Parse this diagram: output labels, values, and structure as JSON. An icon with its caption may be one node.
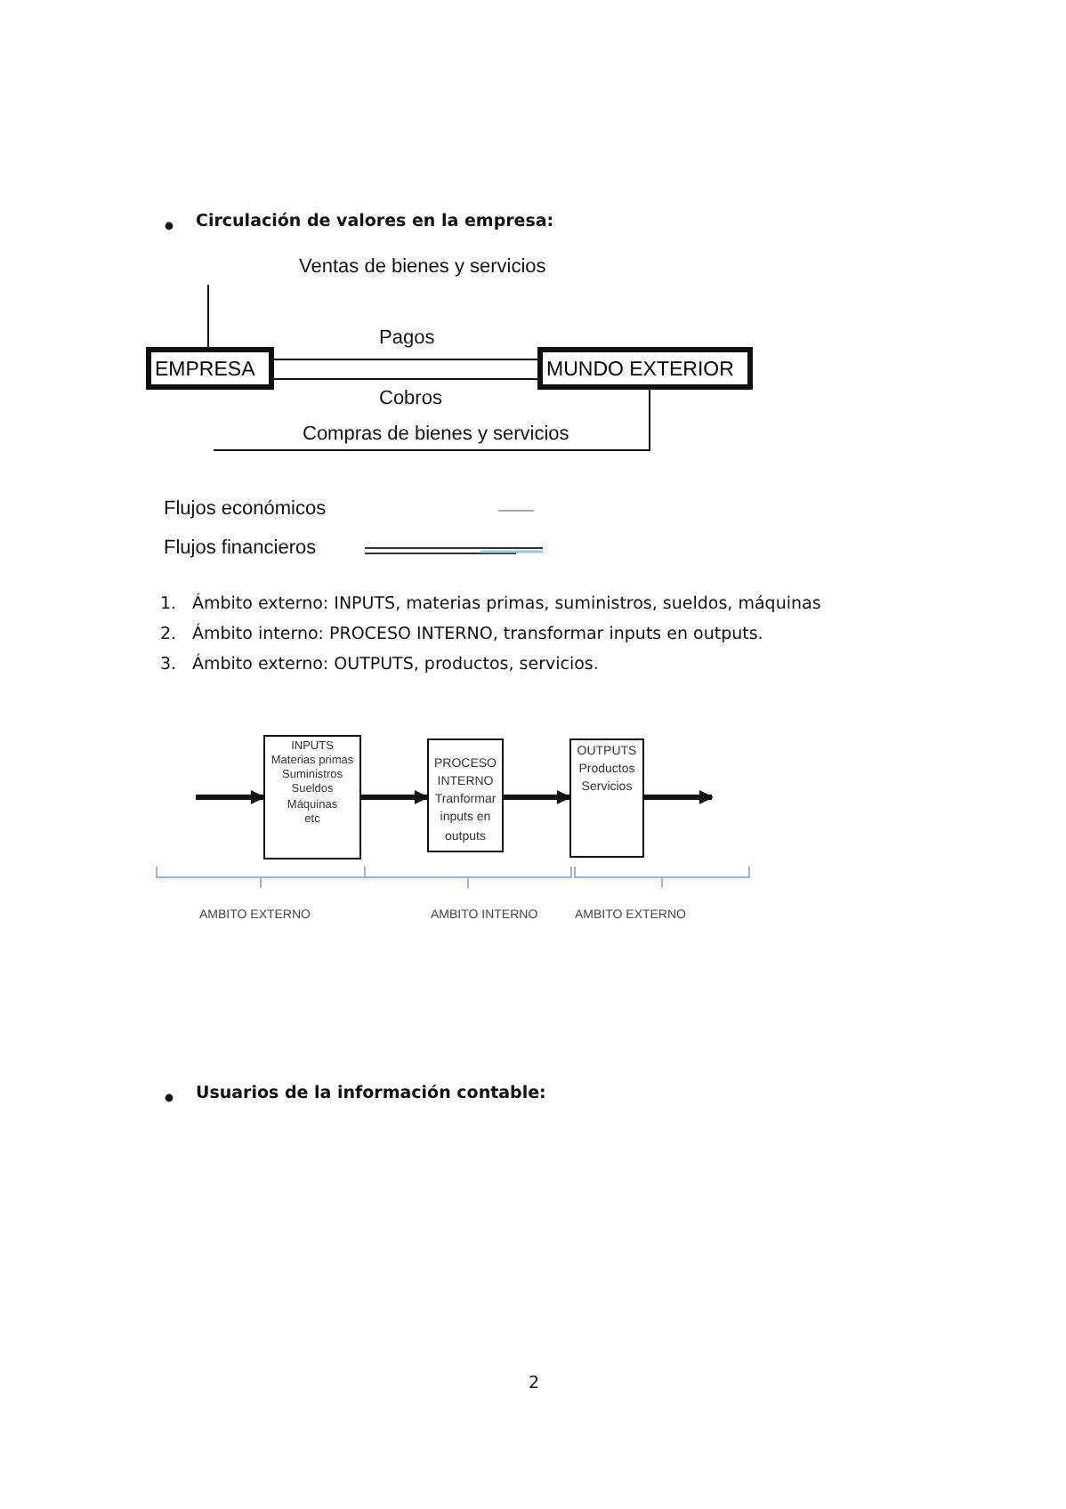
{
  "diagram": {
    "nodes": [
      {
        "text": [
          "EMPRESA"
        ]
      },
      {
        "text": [
          "MUNDO EXTERIOR"
        ]
      },
      {
        "text": [
          "INPUTS",
          "Materias primas",
          "Suministros",
          "Sueldos",
          "Máquinas",
          "etc"
        ]
      },
      {
        "text": [
          "PROCESO INTERNO",
          "Tranformar inputs en outputs"
        ]
      },
      {
        "text": [
          "OUTPUTS",
          "Productos",
          "Servicios"
        ]
      }
    ],
    "edges": [
      {
        "from": 0,
        "to": 1,
        "arrow": "none",
        "label": "Pagos"
      },
      {
        "from": 1,
        "to": 0,
        "arrow": "none",
        "label": "Cobros"
      },
      {
        "from": 0,
        "to": null,
        "arrow": "none"
      },
      {
        "from": 1,
        "to": null,
        "arrow": "none",
        "label": "Compras de bienes y servicios"
      },
      {
        "from": null,
        "to": 2,
        "arrow": "to",
        "style": "thick"
      },
      {
        "from": 2,
        "to": 3,
        "arrow": "to",
        "style": "thick"
      },
      {
        "from": 3,
        "to": 4,
        "arrow": "to",
        "style": "thick"
      },
      {
        "from": 4,
        "to": null,
        "arrow": "to",
        "style": "thick"
      }
    ],
    "labels": [
      "Circulación de valores en la empresa:",
      "Ventas de bienes y servicios",
      "1.",
      "Ámbito externo: INPUTS, materias primas, suministros, sueldos, máquinas",
      "2.",
      "Ámbito interno: PROCESO INTERNO, transformar inputs en outputs.",
      "3.",
      "Ámbito externo: OUTPUTS, productos, servicios.",
      "AMBITO EXTERNO",
      "AMBITO INTERNO",
      "AMBITO EXTERNO",
      "Usuarios de la información contable:",
      "2"
    ],
    "legend": [
      {
        "text": "Flujos económicos"
      },
      {
        "text": "Flujos financieros"
      }
    ]
  }
}
